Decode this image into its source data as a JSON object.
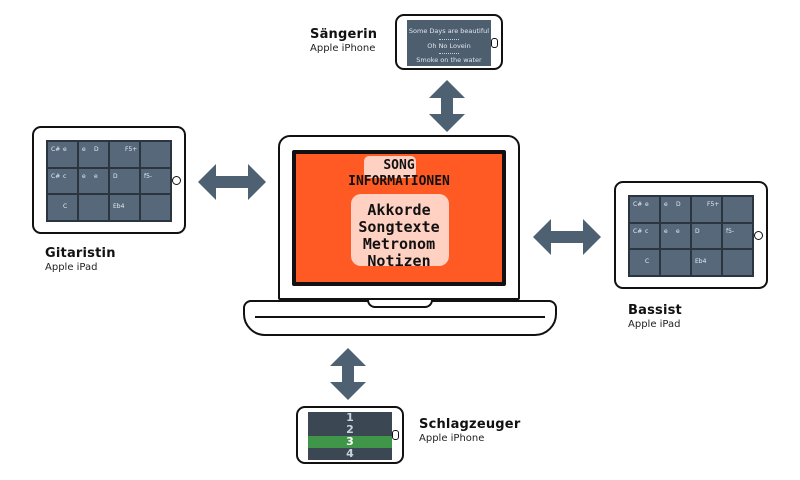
{
  "colors": {
    "arrow": "#4d6173",
    "laptop_panel": "#ff5a24",
    "device_screen": "#4d5e6e",
    "metronome_active": "#3f9648"
  },
  "laptop": {
    "heading_line1": "SONG",
    "heading_line2": "INFORMATIONEN",
    "items": [
      "Akkorde",
      "Songtexte",
      "Metronom",
      "Notizen"
    ]
  },
  "devices": {
    "singer": {
      "name": "Sängerin",
      "model": "Apple iPhone",
      "songs": [
        "Some Days are beautiful",
        "Oh No Lovein",
        "Smoke on the water"
      ]
    },
    "guitarist": {
      "name": "Gitaristin",
      "model": "Apple iPad",
      "chords": [
        [
          "C#",
          "e",
          "e",
          "D",
          "",
          "F5+",
          "",
          ""
        ],
        [
          "C#",
          "c",
          "e",
          "e",
          "D",
          "",
          "f5-",
          ""
        ],
        [
          "",
          "C",
          "",
          "",
          "Eb4",
          "",
          "",
          ""
        ]
      ]
    },
    "bassist": {
      "name": "Bassist",
      "model": "Apple iPad",
      "chords": [
        [
          "C#",
          "e",
          "e",
          "D",
          "",
          "F5+",
          "",
          ""
        ],
        [
          "C#",
          "c",
          "e",
          "e",
          "D",
          "",
          "f5-",
          ""
        ],
        [
          "",
          "C",
          "",
          "",
          "Eb4",
          "",
          "",
          ""
        ]
      ]
    },
    "drummer": {
      "name": "Schlagzeuger",
      "model": "Apple iPhone",
      "beats": [
        "1",
        "2",
        "3",
        "4"
      ],
      "active_beat": "3"
    }
  }
}
